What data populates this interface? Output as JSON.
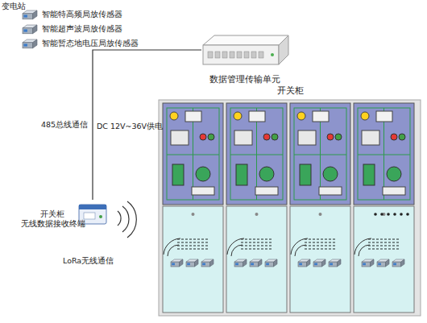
{
  "diagram": {
    "title": "变电站",
    "nodes": [
      {
        "text": [
          "数据管理传输单元"
        ]
      },
      {
        "text": [
          "开关柜"
        ]
      },
      {
        "text": [
          "开关柜 无线数据接收终端"
        ]
      }
    ],
    "edges": [
      {
        "from": 2,
        "to": 0,
        "label": "485总线通信",
        "arrow": "none"
      }
    ],
    "labels": [
      "DC 12V~36V供电",
      "LoRa无线通信"
    ],
    "legend": [
      {
        "text": "智能特高频局放传感器"
      },
      {
        "text": "智能超声波局放传感器"
      },
      {
        "text": "智能暂态地电压局放传感器"
      }
    ]
  }
}
